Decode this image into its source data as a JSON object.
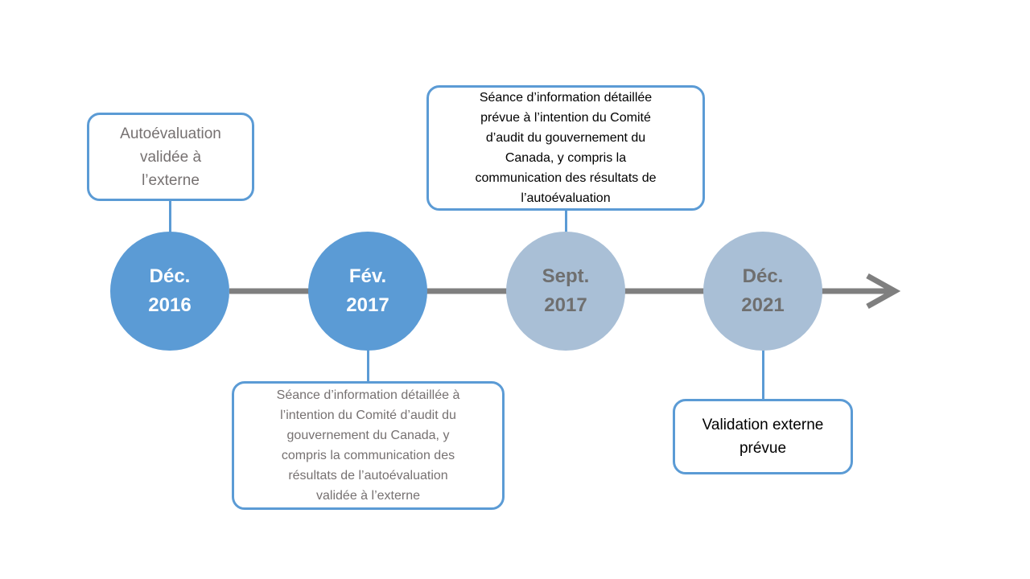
{
  "colors": {
    "completed": "#5b9bd5",
    "planned": "#a9bfd6",
    "axis": "#7f7f7f",
    "border": "#5b9bd5"
  },
  "milestones": [
    {
      "month": "Déc.",
      "year": "2016",
      "status": "completed",
      "description": [
        "Autoévaluation",
        "validée à",
        "l’externe"
      ]
    },
    {
      "month": "Fév.",
      "year": "2017",
      "status": "completed",
      "description": [
        "Séance d’information détaillée à",
        "l’intention du Comité d’audit du",
        "gouvernement  du Canada, y",
        "compris la communication des",
        "résultats de l’autoévaluation",
        "validée à l’externe"
      ]
    },
    {
      "month": "Sept.",
      "year": "2017",
      "status": "planned",
      "description": [
        "Séance d’information détaillée",
        "prévue à l’intention du Comité",
        "d’audit du gouvernement  du",
        "Canada, y compris la",
        "communication des résultats de",
        "l’autoévaluation"
      ]
    },
    {
      "month": "Déc.",
      "year": "2021",
      "status": "planned",
      "description": [
        "Validation externe",
        "prévue"
      ]
    }
  ]
}
